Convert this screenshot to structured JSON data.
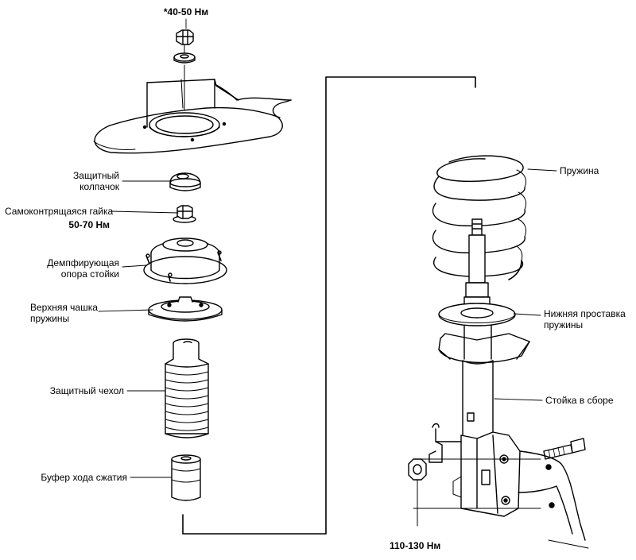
{
  "labels": {
    "top_torque": "*40-50 Нм",
    "cap_line1": "Защитный",
    "cap_line2": "колпачок",
    "locknut": "Самоконтрящаяся гайка",
    "locknut_torque": "50-70 Нм",
    "damper_line1": "Демпфирующая",
    "damper_line2": "опора стойки",
    "upper_seat_line1": "Верхняя чашка",
    "upper_seat_line2": "пружины",
    "boot": "Защитный чехол",
    "bump_stop": "Буфер хода сжатия",
    "spring": "Пружина",
    "lower_pad_line1": "Нижняя проставка",
    "lower_pad_line2": "пружины",
    "strut_assembly": "Стойка в сборе",
    "bottom_torque": "110-130 Нм"
  },
  "colors": {
    "ink": "#000000",
    "paper": "#ffffff"
  }
}
